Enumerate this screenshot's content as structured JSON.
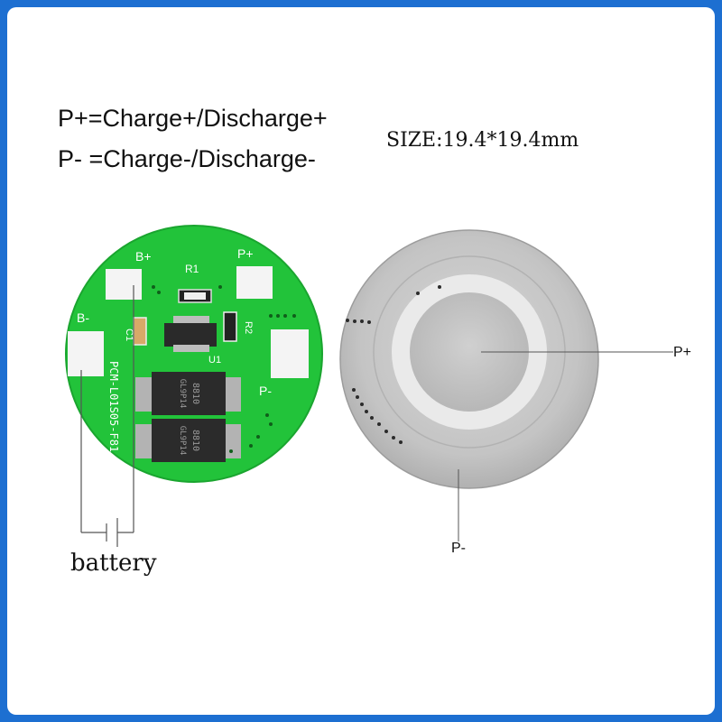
{
  "legend": {
    "p_plus": "P+=Charge+/Discharge+",
    "p_minus": "P- =Charge-/Discharge-"
  },
  "size_label": "SIZE:19.4*19.4mm",
  "pcb": {
    "pads": {
      "b_plus": "B+",
      "p_plus": "P+",
      "b_minus": "B-",
      "p_minus": "P-"
    },
    "components": {
      "r1": "R1",
      "r2": "R2",
      "c1": "C1",
      "u1": "U1",
      "ic1_top": "8810",
      "ic1_bottom": "GL9P14",
      "ic2_top": "8810",
      "ic2_bottom": "GL9P14",
      "board_code": "PCM-L01S05-F81"
    },
    "color": "#22c33a"
  },
  "battery_label": "battery",
  "metal_side": {
    "p_plus_label": "P+",
    "p_minus_label": "P-"
  }
}
